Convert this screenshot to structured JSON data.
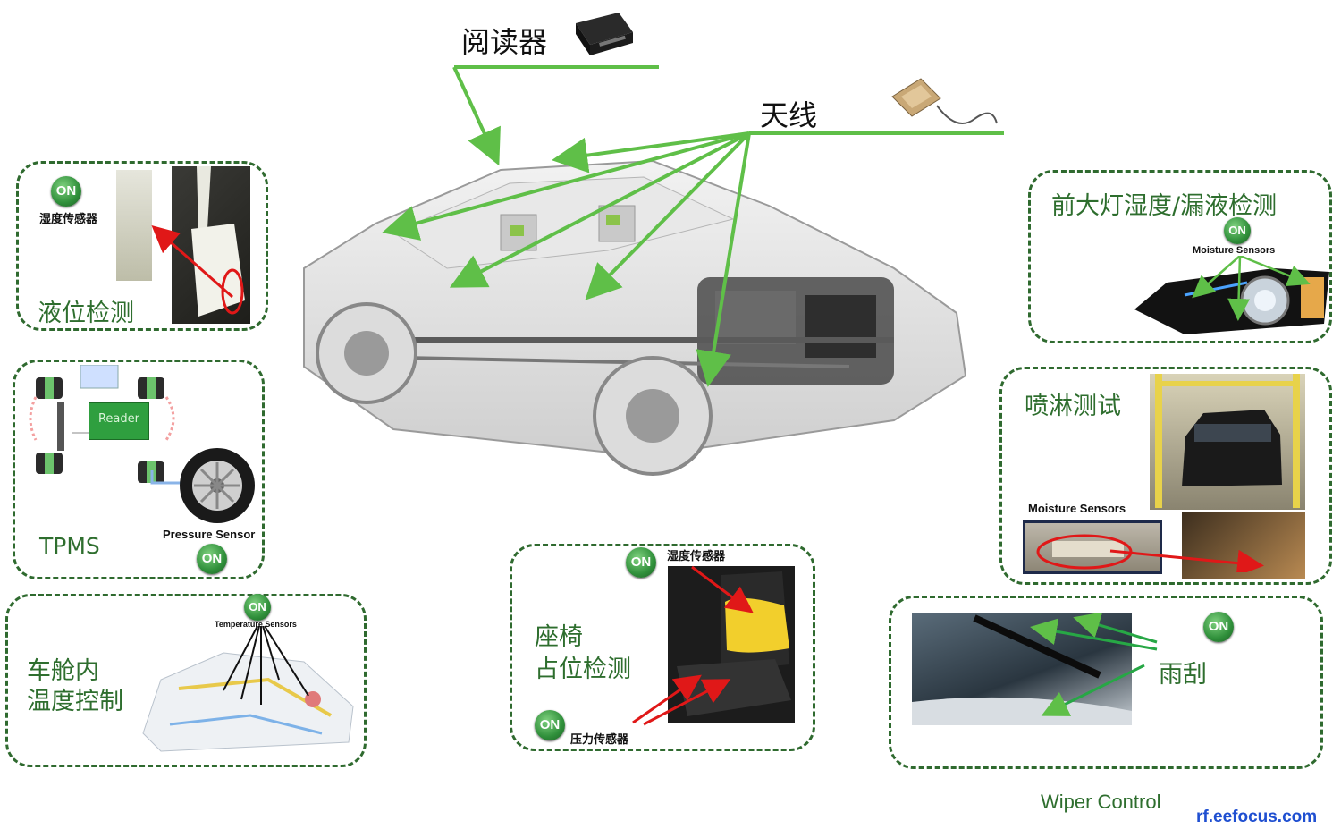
{
  "top": {
    "reader_label": "阅读器",
    "antenna_label": "天线"
  },
  "panels": {
    "liquid": {
      "sensor_label": "湿度传感器",
      "title": "液位检测",
      "logo": "ON"
    },
    "tpms": {
      "title": "TPMS",
      "sensor_label": "Pressure Sensor",
      "logo": "ON",
      "reader_box": "Reader"
    },
    "cabin": {
      "title_line1": "车舱内",
      "title_line2": "温度控制",
      "sensor_label": "Temperature Sensors",
      "logo": "ON"
    },
    "seat": {
      "title_line1": "座椅",
      "title_line2": "占位检测",
      "humidity_label": "湿度传感器",
      "pressure_label": "压力传感器",
      "logo": "ON"
    },
    "headlight": {
      "title": "前大灯湿度/漏液检测",
      "sensor_label": "Moisture Sensors",
      "logo": "ON"
    },
    "spray": {
      "title": "喷淋测试",
      "sensor_label": "Moisture Sensors"
    },
    "wiper": {
      "title": "雨刮",
      "caption": "Wiper Control",
      "logo": "ON"
    }
  },
  "watermark": "rf.eefocus.com",
  "colors": {
    "accent_green": "#5fbf48",
    "dash_green": "#2f6a2f",
    "text_green": "#2e6e2e",
    "arrow_red": "#e01818",
    "watermark_blue": "#1f4fd1"
  }
}
